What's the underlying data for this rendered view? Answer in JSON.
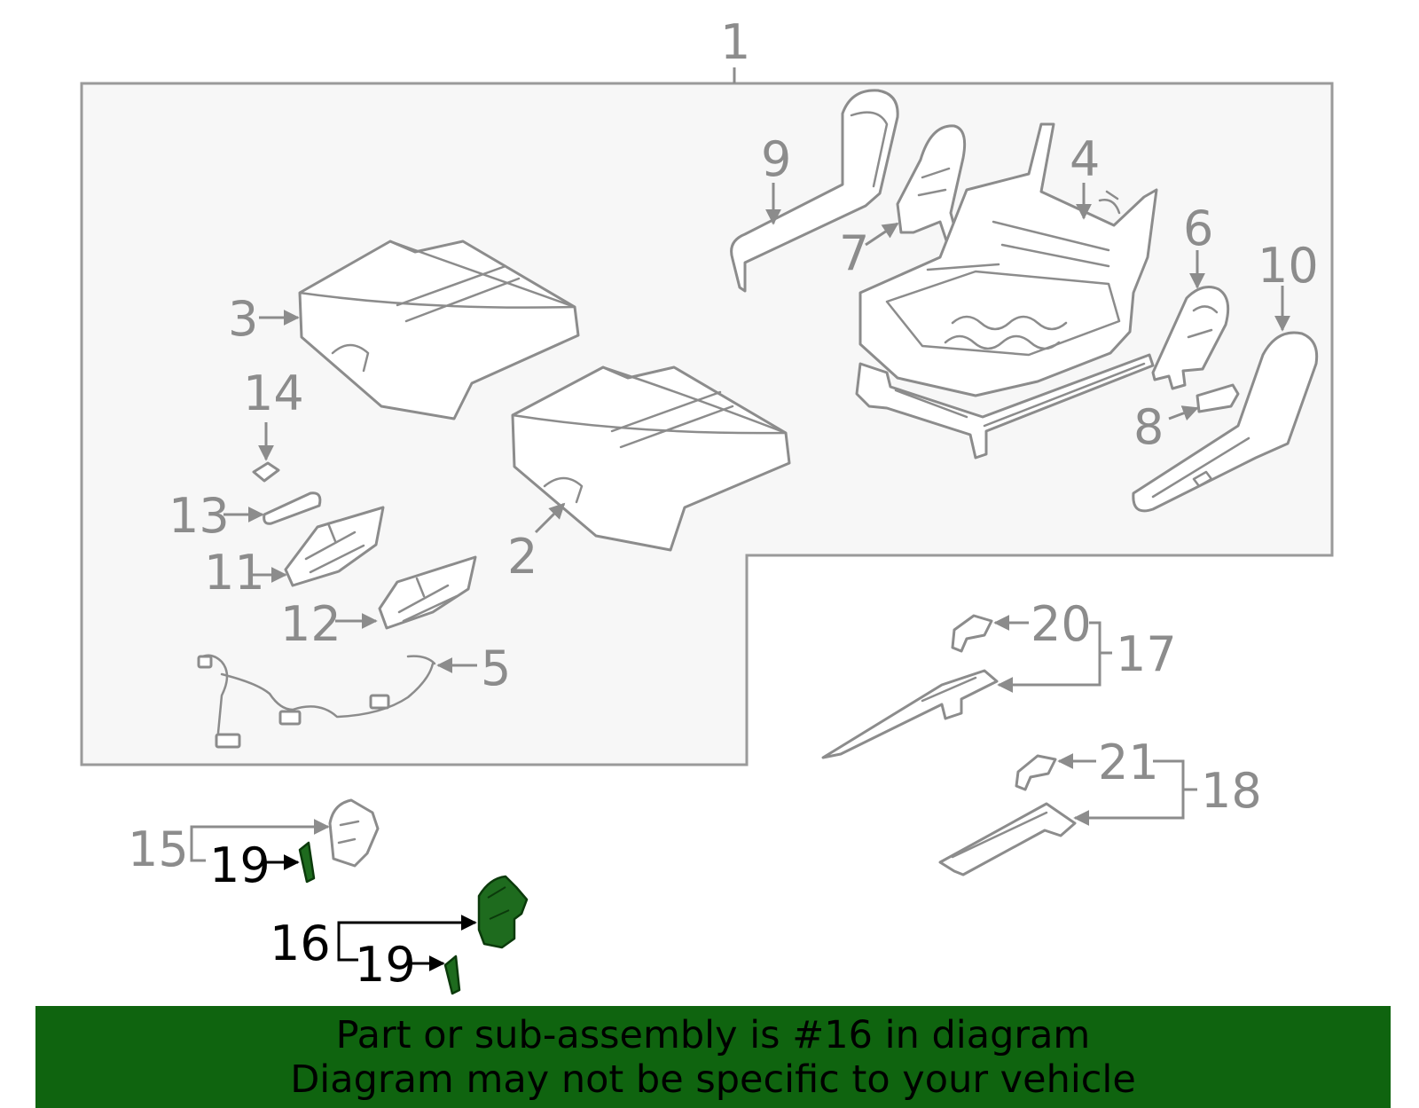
{
  "labels": {
    "p1": "1",
    "p2": "2",
    "p3": "3",
    "p4": "4",
    "p5": "5",
    "p6": "6",
    "p7": "7",
    "p8": "8",
    "p9": "9",
    "p10": "10",
    "p11": "11",
    "p12": "12",
    "p13": "13",
    "p14": "14",
    "p15": "15",
    "p16": "16",
    "p17": "17",
    "p18": "18",
    "p19a": "19",
    "p19b": "19",
    "p20": "20",
    "p21": "21"
  },
  "highlight_part": "16",
  "colors": {
    "banner": "#0f640f",
    "highlight_part": "#1e6b1e",
    "line_art": "#8c8c8c",
    "assembly_box_fill": "#f7f7f7"
  },
  "banner": {
    "line1": "Part or sub-assembly is #16 in diagram",
    "line2": "Diagram may not be specific to your vehicle"
  }
}
